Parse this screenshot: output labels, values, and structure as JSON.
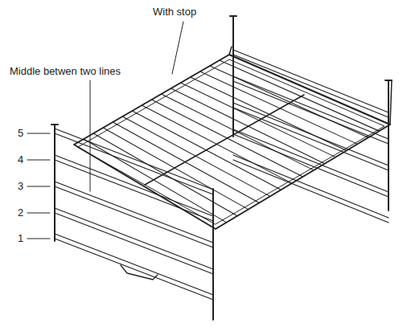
{
  "diagram": {
    "labels": [
      "With stop",
      "Middle betwen two lines",
      "5",
      "4",
      "3",
      "2",
      "1"
    ]
  }
}
